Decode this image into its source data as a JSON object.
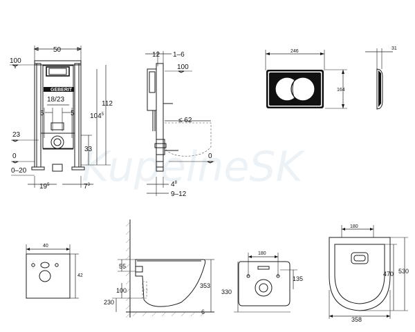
{
  "watermark": "KupelneSK",
  "frame_front": {
    "width": "50",
    "level_top": "100",
    "height_total": "112",
    "height_frame": "104",
    "height_frame_sup": "5",
    "outlet_pitch": "18/23",
    "offset_left": "5",
    "offset_right": "5",
    "inlet_height": "23",
    "bolt_height": "33",
    "floor_level": "0",
    "floor_range": "0–20",
    "bottom_left": "19",
    "bottom_left_sup": "5",
    "bottom_right": "7",
    "bottom_right_sup": "3",
    "brand": "GEBERIT"
  },
  "frame_side": {
    "depth": "12",
    "offset": "1–6",
    "level_top": "100",
    "projection": "≤ 62",
    "floor_level": "0",
    "bottom_a": "4",
    "bottom_a_sup": "8",
    "bottom_b": "9–12"
  },
  "plate_front": {
    "width": "246",
    "height": "164"
  },
  "plate_side": {
    "depth": "31"
  },
  "cover_plate": {
    "width": "40",
    "height": "42"
  },
  "bowl_side": {
    "dim_55": "55",
    "dim_100": "100",
    "dim_230": "230",
    "dim_353": "353",
    "dim_6": "6"
  },
  "bowl_back": {
    "width_180": "180",
    "height_330": "330",
    "dim_135": "135"
  },
  "bowl_top": {
    "width_180": "180",
    "length_470": "470",
    "length_530": "530",
    "width_358": "358"
  }
}
